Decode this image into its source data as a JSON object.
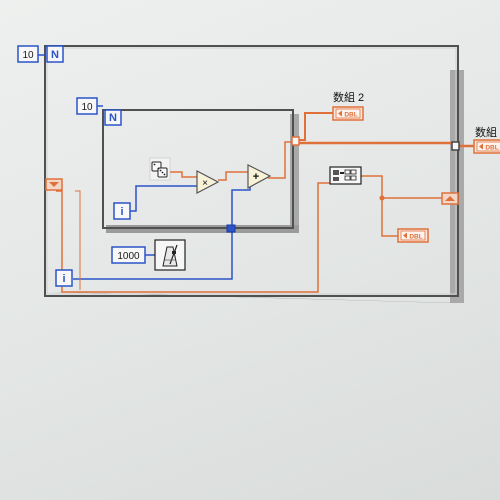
{
  "outer_loop": {
    "count_constant": "10",
    "count_terminal": "N",
    "iteration_terminal": "i",
    "output_array_label": "数組"
  },
  "inner_loop": {
    "count_constant": "10",
    "count_terminal": "N",
    "iteration_terminal": "i",
    "output_array_label": "数組 2"
  },
  "wait_constant": "1000",
  "indicator_type": "DBL",
  "icons": {
    "random": "dice-icon",
    "multiply": "multiply-icon",
    "add": "add-icon",
    "wait": "metronome-icon",
    "build_array": "build-array-icon",
    "shift_register": "shift-register-icon"
  },
  "colors": {
    "integer_wire": "#2a54c8",
    "float_wire": "#e0703a",
    "loop_border": "#505050"
  }
}
